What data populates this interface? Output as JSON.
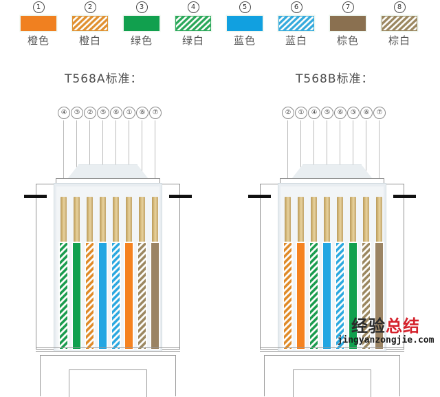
{
  "legend": {
    "items": [
      {
        "num": "①",
        "label": "橙色",
        "color": "#f08020",
        "type": "solid",
        "icon": "swatch-orange"
      },
      {
        "num": "②",
        "label": "橙白",
        "color": "#e09030",
        "type": "striped",
        "icon": "swatch-orange-white"
      },
      {
        "num": "③",
        "label": "绿色",
        "color": "#11a04e",
        "type": "solid",
        "icon": "swatch-green"
      },
      {
        "num": "④",
        "label": "绿白",
        "color": "#2aa85a",
        "type": "striped",
        "icon": "swatch-green-white"
      },
      {
        "num": "⑤",
        "label": "蓝色",
        "color": "#11a0e0",
        "type": "solid",
        "icon": "swatch-blue"
      },
      {
        "num": "⑥",
        "label": "蓝白",
        "color": "#35aadd",
        "type": "striped",
        "icon": "swatch-blue-white"
      },
      {
        "num": "⑦",
        "label": "棕色",
        "color": "#8a7050",
        "type": "solid",
        "icon": "swatch-brown"
      },
      {
        "num": "⑧",
        "label": "棕白",
        "color": "#9b8760",
        "type": "striped",
        "icon": "swatch-brown-white"
      }
    ]
  },
  "standards": [
    {
      "title": "T568A标准：",
      "pin_numbers": [
        "④",
        "③",
        "②",
        "⑤",
        "⑥",
        "①",
        "⑧",
        "⑦"
      ],
      "wires": [
        {
          "name": "green-white",
          "color": "#1a9c4e",
          "type": "striped"
        },
        {
          "name": "green",
          "color": "#11a04e",
          "type": "solid"
        },
        {
          "name": "orange-white",
          "color": "#e08a28",
          "type": "striped"
        },
        {
          "name": "blue",
          "color": "#22a6e2",
          "type": "solid"
        },
        {
          "name": "blue-white",
          "color": "#2ba8e0",
          "type": "striped"
        },
        {
          "name": "orange",
          "color": "#f58220",
          "type": "solid"
        },
        {
          "name": "brown-white",
          "color": "#9b8760",
          "type": "striped"
        },
        {
          "name": "brown",
          "color": "#9b8464",
          "type": "solid"
        }
      ]
    },
    {
      "title": "T568B标准：",
      "pin_numbers": [
        "②",
        "①",
        "④",
        "⑤",
        "⑥",
        "③",
        "⑧",
        "⑦"
      ],
      "wires": [
        {
          "name": "orange-white",
          "color": "#e08a28",
          "type": "striped"
        },
        {
          "name": "orange",
          "color": "#f58220",
          "type": "solid"
        },
        {
          "name": "green-white",
          "color": "#1a9c4e",
          "type": "striped"
        },
        {
          "name": "blue",
          "color": "#22a6e2",
          "type": "solid"
        },
        {
          "name": "blue-white",
          "color": "#2ba8e0",
          "type": "striped"
        },
        {
          "name": "green",
          "color": "#11a04e",
          "type": "solid"
        },
        {
          "name": "brown-white",
          "color": "#9b8760",
          "type": "striped"
        },
        {
          "name": "brown",
          "color": "#9b8464",
          "type": "solid"
        }
      ]
    }
  ],
  "watermark": {
    "cn_dark": "经验",
    "cn_red": "总结",
    "url": "jingyanzongjie.com"
  },
  "colors": {
    "contact_gold": "#c9a961",
    "body_fill": "#e8edf1",
    "outline": "#8e8e8e"
  }
}
